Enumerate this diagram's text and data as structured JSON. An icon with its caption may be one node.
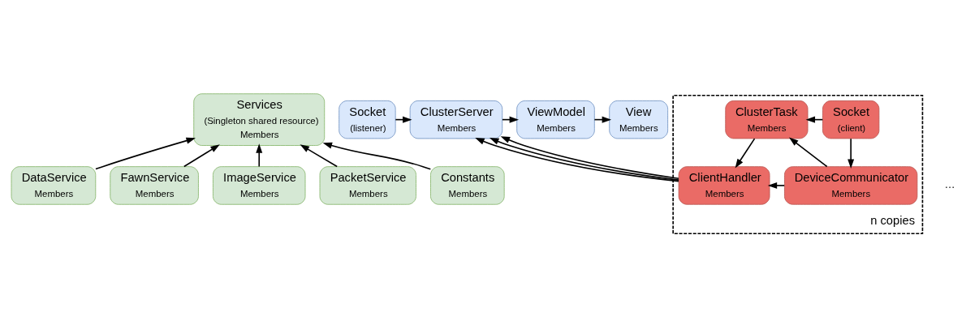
{
  "diagram": {
    "nodes": [
      {
        "text": [
          "Services",
          "(Singleton shared resource)",
          "Members"
        ]
      },
      {
        "text": [
          "DataService",
          "Members"
        ]
      },
      {
        "text": [
          "FawnService",
          "Members"
        ]
      },
      {
        "text": [
          "ImageService",
          "Members"
        ]
      },
      {
        "text": [
          "PacketService",
          "Members"
        ]
      },
      {
        "text": [
          "Constants",
          "Members"
        ]
      },
      {
        "text": [
          "Socket",
          "(listener)"
        ]
      },
      {
        "text": [
          "ClusterServer",
          "Members"
        ]
      },
      {
        "text": [
          "ViewModel",
          "Members"
        ]
      },
      {
        "text": [
          "View",
          "Members"
        ]
      },
      {
        "text": [
          "n copies"
        ]
      },
      {
        "text": [
          "ClientHandler",
          "Members"
        ],
        "in": 10
      },
      {
        "text": [
          "DeviceCommunicator",
          "Members"
        ],
        "in": 10
      },
      {
        "text": [
          "ClusterTask",
          "Members"
        ],
        "in": 10
      },
      {
        "text": [
          "Socket",
          "(client)"
        ],
        "in": 10
      }
    ],
    "edges": [
      {
        "from": 1,
        "to": 0,
        "arrow": "to"
      },
      {
        "from": 2,
        "to": 0,
        "arrow": "to"
      },
      {
        "from": 3,
        "to": 0,
        "arrow": "to"
      },
      {
        "from": 4,
        "to": 0,
        "arrow": "to"
      },
      {
        "from": 5,
        "to": 0,
        "arrow": "to"
      },
      {
        "from": 6,
        "to": 7,
        "arrow": "to"
      },
      {
        "from": 7,
        "to": 8,
        "arrow": "to"
      },
      {
        "from": 8,
        "to": 9,
        "arrow": "to"
      },
      {
        "from": 11,
        "to": 7,
        "arrow": "to"
      },
      {
        "from": 11,
        "to": 7,
        "arrow": "to"
      },
      {
        "from": 11,
        "to": 7,
        "arrow": "to"
      },
      {
        "from": 12,
        "to": 11,
        "arrow": "to"
      },
      {
        "from": 12,
        "to": 13,
        "arrow": "to"
      },
      {
        "from": 13,
        "to": 11,
        "arrow": "to"
      },
      {
        "from": 14,
        "to": 13,
        "arrow": "to"
      },
      {
        "from": 14,
        "to": 12,
        "arrow": "to"
      }
    ],
    "labels": [
      "…"
    ]
  }
}
